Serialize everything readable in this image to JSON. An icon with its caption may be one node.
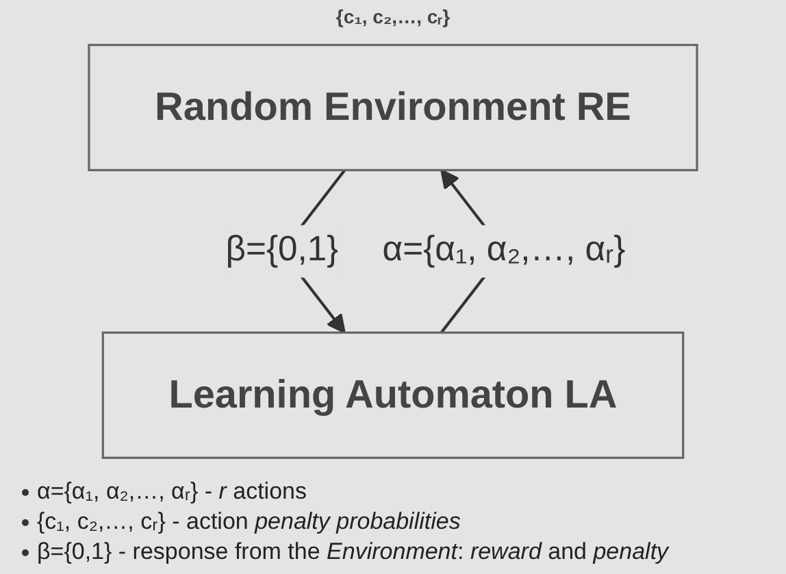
{
  "diagram": {
    "nodes": [
      {
        "text": [
          "Random Environment RE"
        ],
        "beside": [
          "{c₁, c₂,…, cᵣ}"
        ]
      },
      {
        "text": [
          "Learning Automaton LA"
        ]
      }
    ],
    "edges": [
      {
        "from": 0,
        "to": 1,
        "arrow": "to",
        "label": "β={0,1}"
      },
      {
        "from": 1,
        "to": 0,
        "arrow": "to",
        "label": "α={α₁, α₂,…, αᵣ}"
      }
    ],
    "labels": [
      "α={α₁, α₂,…, αᵣ} - *r* actions",
      "{c₁, c₂,…, cᵣ}  - action *penalty probabilities*",
      "β={0,1} - response from the *Environment*: *reward* and *penalty*"
    ]
  }
}
